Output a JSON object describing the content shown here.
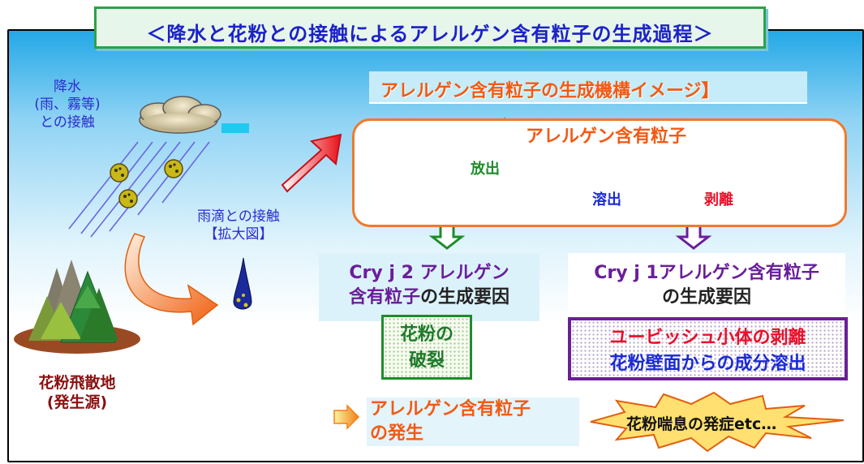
{
  "title": "＜降水と花粉との接触によるアレルゲン含有粒子の生成過程＞",
  "left": {
    "precip_line1": "降水",
    "precip_line2": "(雨、霧等)",
    "precip_line3": "との接触",
    "raindrop_line1": "雨滴との接触",
    "raindrop_line2": "【拡大図】",
    "source_line1": "花粉飛散地",
    "source_line2": "(発生源)"
  },
  "mechanism": {
    "banner": "アレルゲン含有粒子の生成機構イメージ】",
    "particle_label": "アレルゲン含有粒子",
    "release": "放出",
    "dissolve": "溶出",
    "peel": "剥離"
  },
  "factors": {
    "left_line1": "Cry j 2 アレルゲン",
    "left_line2a": "含有粒子",
    "left_line2b": "の生成要因",
    "right_line1": "Cry j 1アレルゲン含有粒子",
    "right_line2": "の生成要因"
  },
  "boxes": {
    "green_line1": "花粉の",
    "green_line2": "破裂",
    "purple_line1": "ユービッシュ小体の剥離",
    "purple_line2": "花粉壁面からの成分溶出"
  },
  "outcome": {
    "gen_line1": "アレルゲン含有粒子",
    "gen_line2": "の発生",
    "burst": "花粉喘息の発症etc…"
  },
  "colors": {
    "title_text": "#1b22c8",
    "orange_text": "#f25a14",
    "green": "#1e8c2a",
    "purple": "#6a1e9a",
    "red": "#e8102a",
    "blue": "#1a2ad6",
    "dark_red": "#8a1010"
  }
}
